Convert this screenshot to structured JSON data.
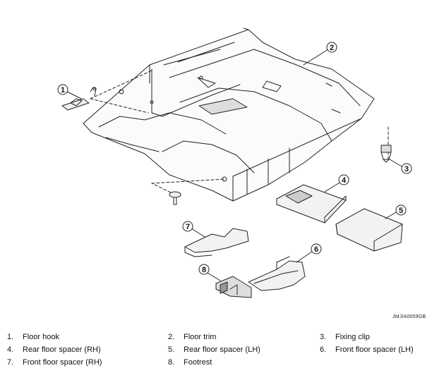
{
  "diagram": {
    "image_code": "JMJIA0059GB",
    "callouts": [
      "1",
      "2",
      "3",
      "4",
      "5",
      "6",
      "7",
      "8"
    ]
  },
  "legend": [
    {
      "num": "1.",
      "label": "Floor hook"
    },
    {
      "num": "2.",
      "label": "Floor trim"
    },
    {
      "num": "3.",
      "label": "Fixing clip"
    },
    {
      "num": "4.",
      "label": "Rear floor spacer (RH)"
    },
    {
      "num": "5.",
      "label": "Rear floor spacer (LH)"
    },
    {
      "num": "6.",
      "label": "Front floor spacer (LH)"
    },
    {
      "num": "7.",
      "label": "Front floor spacer (RH)"
    },
    {
      "num": "8.",
      "label": "Footrest"
    }
  ]
}
